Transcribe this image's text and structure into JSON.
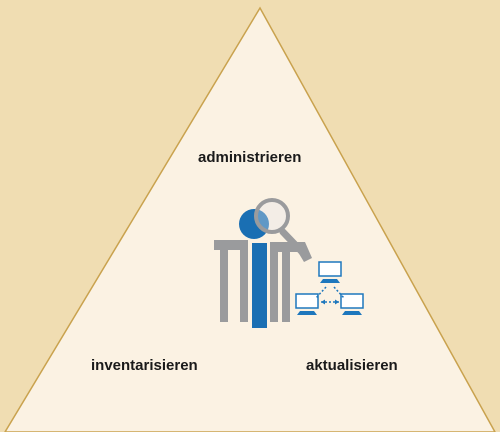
{
  "diagram": {
    "labels": {
      "top": "administrieren",
      "left": "inventarisieren",
      "right": "aktualisieren"
    },
    "icon": "inspector-with-magnifier-and-network-icon"
  },
  "colors": {
    "background": "#f0ddb2",
    "triangle_fill": "#fbf2e3",
    "triangle_stroke": "#c9a24e",
    "figure_gray": "#9a9b9d",
    "figure_blue": "#1a6fb3",
    "network_blue": "#1d77bd"
  }
}
